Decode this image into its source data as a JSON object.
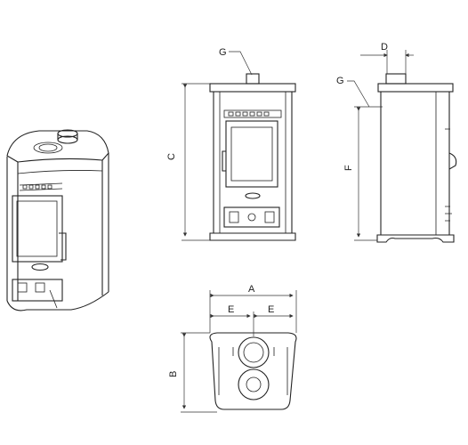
{
  "labels": {
    "a": "A",
    "b": "B",
    "c": "C",
    "d": "D",
    "e_left": "E",
    "e_right": "E",
    "f": "F",
    "g_front": "G",
    "g_side": "G"
  },
  "colors": {
    "line": "#222222",
    "background": "#ffffff"
  }
}
